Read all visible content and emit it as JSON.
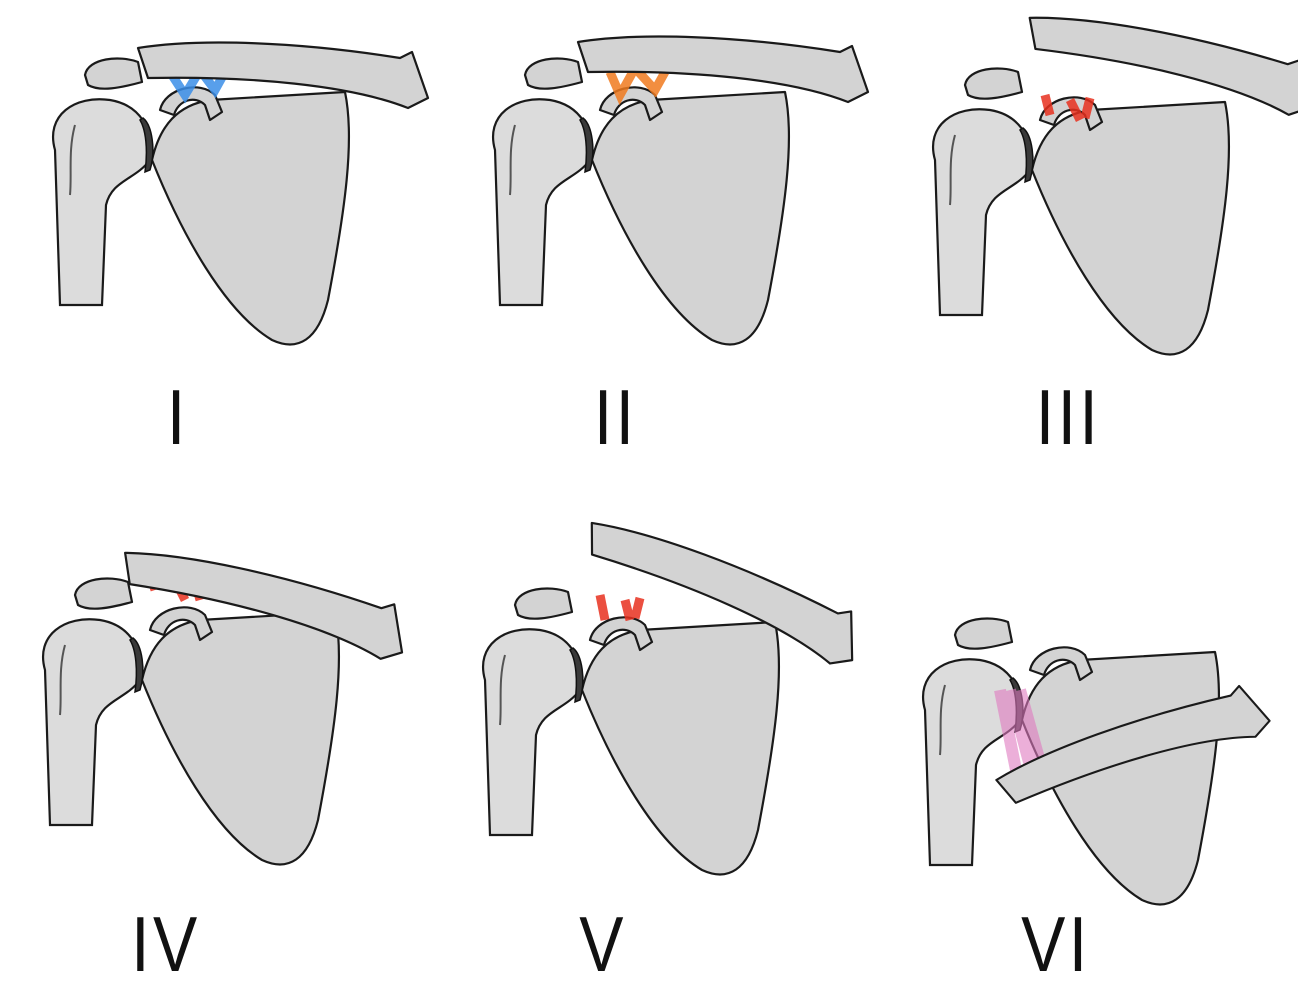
{
  "panels": [
    {
      "label": "I",
      "ligament_color": "#3b8ee8"
    },
    {
      "label": "II",
      "ligament_color": "#f07a1e"
    },
    {
      "label": "III",
      "ligament_color": "#e8301e"
    },
    {
      "label": "IV",
      "ligament_color": "#e8301e"
    },
    {
      "label": "V",
      "ligament_color": "#e8301e"
    },
    {
      "label": "VI",
      "ligament_color": "#e8301e",
      "muscle_color": "#e07ac0"
    }
  ]
}
